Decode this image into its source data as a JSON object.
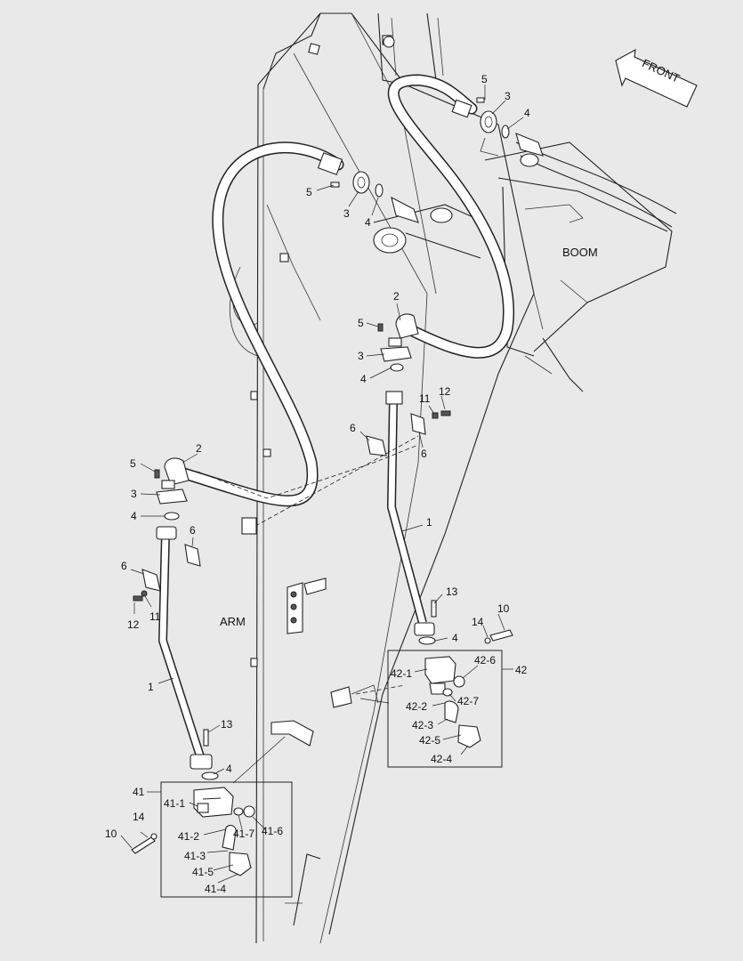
{
  "labels": {
    "front": "FRONT",
    "boom": "BOOM",
    "arm": "ARM"
  },
  "callouts": [
    {
      "id": "c-5-top",
      "text": "5"
    },
    {
      "id": "c-3-top",
      "text": "3"
    },
    {
      "id": "c-4-top",
      "text": "4"
    },
    {
      "id": "c-5-mid",
      "text": "5"
    },
    {
      "id": "c-3-mid",
      "text": "3"
    },
    {
      "id": "c-4-mid",
      "text": "4"
    },
    {
      "id": "c-2-right",
      "text": "2"
    },
    {
      "id": "c-5-right",
      "text": "5"
    },
    {
      "id": "c-3-right",
      "text": "3"
    },
    {
      "id": "c-4-right",
      "text": "4"
    },
    {
      "id": "c-11-right",
      "text": "11"
    },
    {
      "id": "c-12-right",
      "text": "12"
    },
    {
      "id": "c-6-right-a",
      "text": "6"
    },
    {
      "id": "c-6-right-b",
      "text": "6"
    },
    {
      "id": "c-1-right",
      "text": "1"
    },
    {
      "id": "c-13-right",
      "text": "13"
    },
    {
      "id": "c-4-right-low",
      "text": "4"
    },
    {
      "id": "c-10-right",
      "text": "10"
    },
    {
      "id": "c-14-right",
      "text": "14"
    },
    {
      "id": "c-2-left",
      "text": "2"
    },
    {
      "id": "c-5-left",
      "text": "5"
    },
    {
      "id": "c-3-left",
      "text": "3"
    },
    {
      "id": "c-4-left",
      "text": "4"
    },
    {
      "id": "c-6-left-a",
      "text": "6"
    },
    {
      "id": "c-6-left-b",
      "text": "6"
    },
    {
      "id": "c-12-left",
      "text": "12"
    },
    {
      "id": "c-11-left",
      "text": "11"
    },
    {
      "id": "c-1-left",
      "text": "1"
    },
    {
      "id": "c-13-left",
      "text": "13"
    },
    {
      "id": "c-4-left-low",
      "text": "4"
    },
    {
      "id": "c-41",
      "text": "41"
    },
    {
      "id": "c-41-1",
      "text": "41-1"
    },
    {
      "id": "c-41-2",
      "text": "41-2"
    },
    {
      "id": "c-41-3",
      "text": "41-3"
    },
    {
      "id": "c-41-4",
      "text": "41-4"
    },
    {
      "id": "c-41-5",
      "text": "41-5"
    },
    {
      "id": "c-41-6",
      "text": "41-6"
    },
    {
      "id": "c-41-7",
      "text": "41-7"
    },
    {
      "id": "c-10-left",
      "text": "10"
    },
    {
      "id": "c-14-left",
      "text": "14"
    },
    {
      "id": "c-42",
      "text": "42"
    },
    {
      "id": "c-42-1",
      "text": "42-1"
    },
    {
      "id": "c-42-2",
      "text": "42-2"
    },
    {
      "id": "c-42-3",
      "text": "42-3"
    },
    {
      "id": "c-42-4",
      "text": "42-4"
    },
    {
      "id": "c-42-5",
      "text": "42-5"
    },
    {
      "id": "c-42-6",
      "text": "42-6"
    },
    {
      "id": "c-42-7",
      "text": "42-7"
    }
  ]
}
